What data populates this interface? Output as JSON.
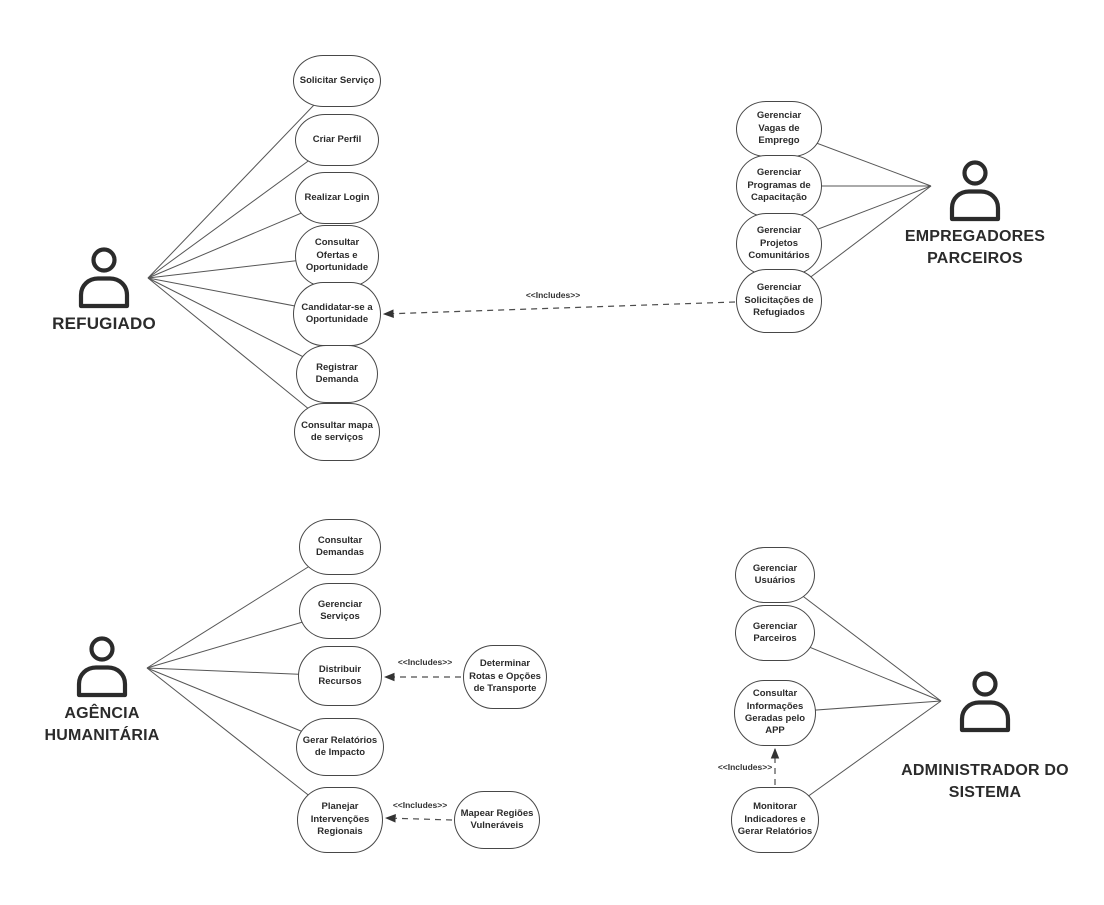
{
  "labels": {
    "includes": "<<Includes>>"
  },
  "actors": {
    "refugiado": "REFUGIADO",
    "empregadores_parceiros": "EMPREGADORES PARCEIROS",
    "agencia_humanitaria": "AGÊNCIA HUMANITÁRIA",
    "administrador_do_sistema": "ADMINISTRADOR DO SISTEMA"
  },
  "use_cases": {
    "solicitar_servico": "Solicitar Serviço",
    "criar_perfil": "Criar Perfil",
    "realizar_login": "Realizar Login",
    "consultar_ofertas": "Consultar Ofertas e Oportunidade",
    "candidatar_se": "Candidatar-se a Oportunidade",
    "registrar_demanda": "Registrar Demanda",
    "consultar_mapa": "Consultar mapa de serviços",
    "gerenciar_vagas": "Gerenciar Vagas de Emprego",
    "gerenciar_programas": "Gerenciar Programas de Capacitação",
    "gerenciar_projetos": "Gerenciar Projetos Comunitários",
    "gerenciar_solicitacoes": "Gerenciar Solicitações de Refugiados",
    "consultar_demandas": "Consultar Demandas",
    "gerenciar_servicos": "Gerenciar Serviços",
    "distribuir_recursos": "Distribuir Recursos",
    "gerar_relatorios_impacto": "Gerar Relatórios de Impacto",
    "planejar_intervencoes": "Planejar Intervenções Regionais",
    "determinar_rotas": "Determinar Rotas e Opções de Transporte",
    "mapear_regioes": "Mapear Regiões Vulneráveis",
    "gerenciar_usuarios": "Gerenciar Usuários",
    "gerenciar_parceiros": "Gerenciar Parceiros",
    "consultar_informacoes": "Consultar Informações Geradas pelo APP",
    "monitorar_indicadores": "Monitorar Indicadores e Gerar Relatórios"
  },
  "relationships": {
    "refugiado": [
      "solicitar_servico",
      "criar_perfil",
      "realizar_login",
      "consultar_ofertas",
      "candidatar_se",
      "registrar_demanda",
      "consultar_mapa"
    ],
    "empregadores_parceiros": [
      "gerenciar_vagas",
      "gerenciar_programas",
      "gerenciar_projetos",
      "gerenciar_solicitacoes"
    ],
    "agencia_humanitaria": [
      "consultar_demandas",
      "gerenciar_servicos",
      "distribuir_recursos",
      "gerar_relatorios_impacto",
      "planejar_intervencoes"
    ],
    "administrador_do_sistema": [
      "gerenciar_usuarios",
      "gerenciar_parceiros",
      "consultar_informacoes",
      "monitorar_indicadores"
    ],
    "includes": [
      {
        "from": "gerenciar_solicitacoes",
        "to": "candidatar_se"
      },
      {
        "from": "determinar_rotas",
        "to": "distribuir_recursos"
      },
      {
        "from": "mapear_regioes",
        "to": "planejar_intervencoes"
      },
      {
        "from": "monitorar_indicadores",
        "to": "consultar_informacoes"
      }
    ]
  }
}
